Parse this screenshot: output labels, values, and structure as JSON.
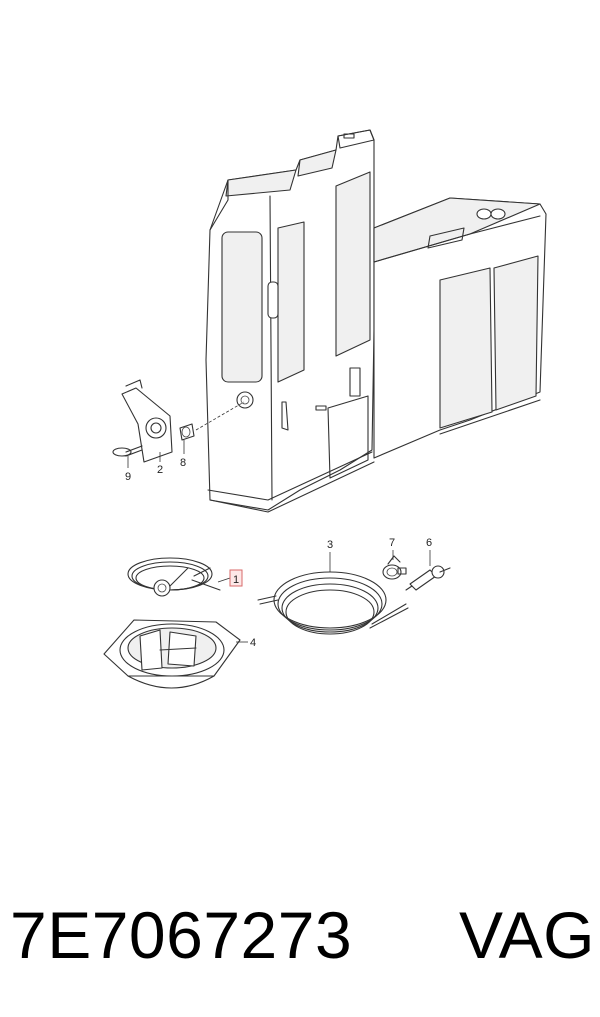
{
  "callouts": {
    "c1": "1",
    "c2": "2",
    "c3": "3",
    "c4": "4",
    "c6": "6",
    "c7": "7",
    "c8": "8",
    "c9": "9"
  },
  "highlight_color": "#d86a6a",
  "caption": {
    "part_number": "7E7067273",
    "brand": "VAG"
  }
}
